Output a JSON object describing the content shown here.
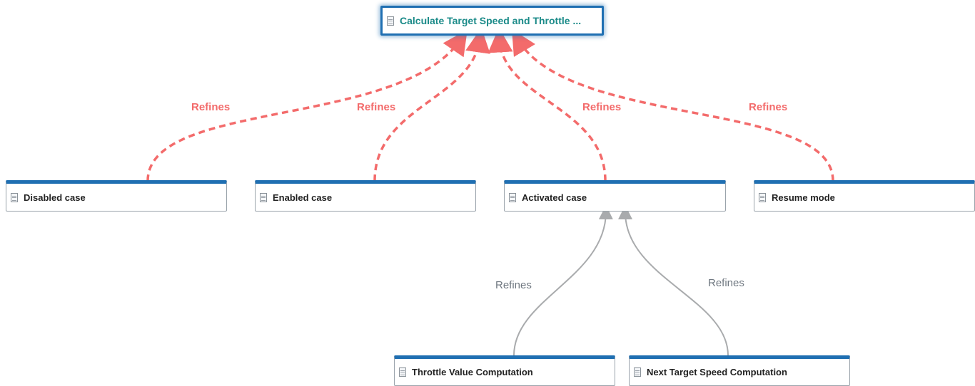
{
  "diagram": {
    "root": {
      "label": "Calculate Target Speed and Throttle ..."
    },
    "cases": [
      {
        "label": "Disabled case"
      },
      {
        "label": "Enabled case"
      },
      {
        "label": "Activated case"
      },
      {
        "label": "Resume mode"
      }
    ],
    "computations": [
      {
        "label": "Throttle Value Computation"
      },
      {
        "label": "Next Target Speed Computation"
      }
    ],
    "links": {
      "case_refines_label": "Refines",
      "computation_refines_label": "Refines"
    },
    "colors": {
      "node_accent": "#1f6fb2",
      "root_text": "#1a8a88",
      "refine_link_red": "#f36b6b",
      "refine_link_grey": "#a9abad"
    }
  }
}
